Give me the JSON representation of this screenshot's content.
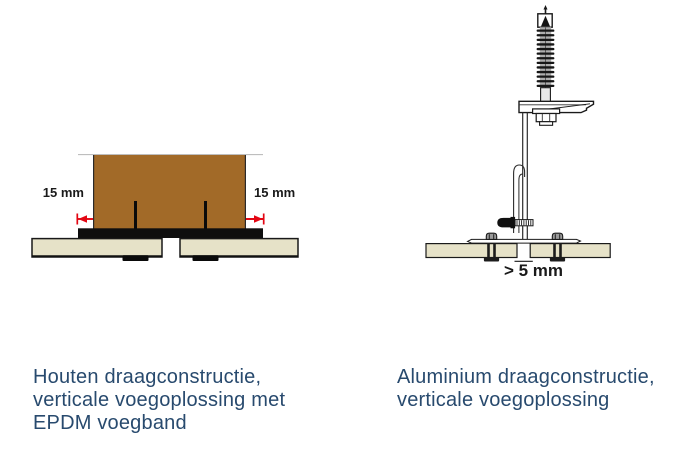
{
  "colors": {
    "background": "#ffffff",
    "caption_text": "#284a6e",
    "dimension_text": "#1a1a1a",
    "wood_fill": "#a26a28",
    "panel_fill": "#e6e2c8",
    "epdm_black": "#0e0e0e",
    "dimension_arrow_red": "#e30613",
    "line_black": "#1a1a1a"
  },
  "figures": [
    {
      "id": "wood-construction",
      "caption_lines": [
        "Houten draagconstructie,",
        "verticale voegoplossing met",
        "EPDM voegband"
      ],
      "dimension_labels": {
        "left": "15 mm",
        "right": "15 mm"
      }
    },
    {
      "id": "aluminium-construction",
      "caption_lines": [
        "Aluminium draagconstructie,",
        "verticale voegoplossing"
      ],
      "dimension_labels": {
        "gap": "> 5 mm"
      }
    }
  ]
}
